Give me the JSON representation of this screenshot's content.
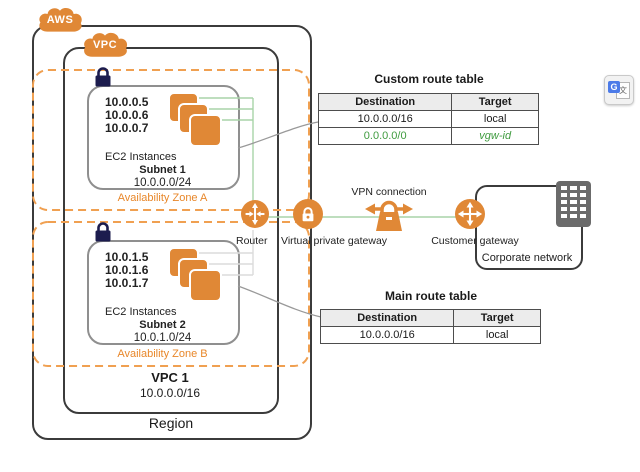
{
  "clouds": {
    "aws": "AWS",
    "vpc": "VPC"
  },
  "region": {
    "label": "Region"
  },
  "vpc": {
    "name": "VPC 1",
    "cidr": "10.0.0.0/16"
  },
  "zones": [
    {
      "label": "Availability Zone A",
      "subnet": {
        "ips": [
          "10.0.0.5",
          "10.0.0.6",
          "10.0.0.7"
        ],
        "instances_label": "EC2 Instances",
        "name": "Subnet 1",
        "cidr": "10.0.0.0/24"
      }
    },
    {
      "label": "Availability Zone B",
      "subnet": {
        "ips": [
          "10.0.1.5",
          "10.0.1.6",
          "10.0.1.7"
        ],
        "instances_label": "EC2 Instances",
        "name": "Subnet 2",
        "cidr": "10.0.1.0/24"
      }
    }
  ],
  "gateways": {
    "router_label": "Router",
    "vgw_label": "Virtual private gateway",
    "vpn_label": "VPN connection",
    "cgw_label": "Customer gateway"
  },
  "corporate": {
    "label": "Corporate network"
  },
  "route_tables": {
    "custom": {
      "title": "Custom route table",
      "headers": [
        "Destination",
        "Target"
      ],
      "rows": [
        {
          "destination": "10.0.0.0/16",
          "target": "local"
        },
        {
          "destination": "0.0.0.0/0",
          "target": "vgw-id"
        }
      ]
    },
    "main": {
      "title": "Main route table",
      "headers": [
        "Destination",
        "Target"
      ],
      "rows": [
        {
          "destination": "10.0.0.0/16",
          "target": "local"
        }
      ]
    }
  },
  "browser_extension": {
    "g_letter": "G",
    "translate_glyph": "文"
  },
  "colors": {
    "icon_orange": "#E08836",
    "dash_orange": "#F0A051",
    "lock_navy": "#1C1C4E",
    "green_route_text": "#3F9B3F",
    "green_line": "#A8D4A8",
    "dark_border": "#3B3B3B"
  }
}
